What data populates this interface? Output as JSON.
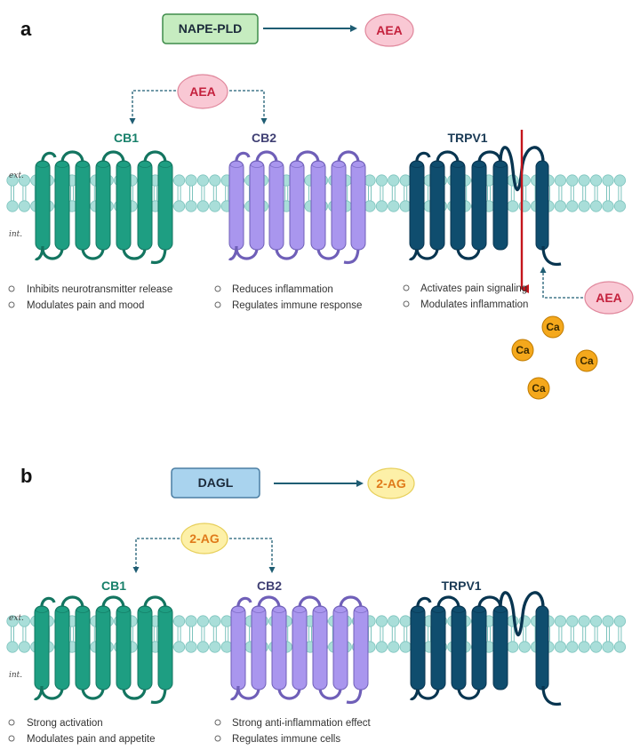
{
  "panel_a": {
    "letter": "a",
    "enzyme": "NAPE-PLD",
    "ligand": "AEA",
    "receptors": [
      {
        "name": "CB1",
        "effects": [
          "Inhibits neurotransmitter release",
          "Modulates pain and mood"
        ]
      },
      {
        "name": "CB2",
        "effects": [
          "Reduces inflammation",
          "Regulates immune response"
        ]
      },
      {
        "name": "TRPV1",
        "effects": [
          "Activates pain signaling",
          "Modulates inflammation"
        ]
      }
    ],
    "ext_label": "ext.",
    "int_label": "int.",
    "ion": "Ca"
  },
  "panel_b": {
    "letter": "b",
    "enzyme": "DAGL",
    "ligand": "2-AG",
    "receptors": [
      {
        "name": "CB1",
        "effects": [
          "Strong activation",
          "Modulates pain and appetite"
        ]
      },
      {
        "name": "CB2",
        "effects": [
          "Strong anti-inflammation effect",
          "Regulates immune cells"
        ]
      },
      {
        "name": "TRPV1",
        "effects": []
      }
    ],
    "ext_label": "ext.",
    "int_label": "int."
  },
  "colors": {
    "cb1": "#1e9e82",
    "cb1_dark": "#137560",
    "cb2": "#a996ee",
    "cb2_dark": "#6f5fb8",
    "trpv1": "#0f4d6e",
    "trpv1_dark": "#083550",
    "lipid": "#a9ded9",
    "lipid_stroke": "#7cc3bd",
    "aea_fill": "#f9c8d4",
    "aea_stroke": "#e0879c",
    "ag_fill": "#fdf0a8",
    "ag_stroke": "#e7cf5a",
    "napepld_fill": "#c6ecc0",
    "napepld_stroke": "#3e8c4a",
    "dagl_fill": "#a9d3ee",
    "dagl_stroke": "#4b7ea3",
    "arrow": "#1f5d73",
    "red_arrow": "#c4151c",
    "ca_fill": "#f4a81c",
    "ca_stroke": "#c07b00"
  }
}
